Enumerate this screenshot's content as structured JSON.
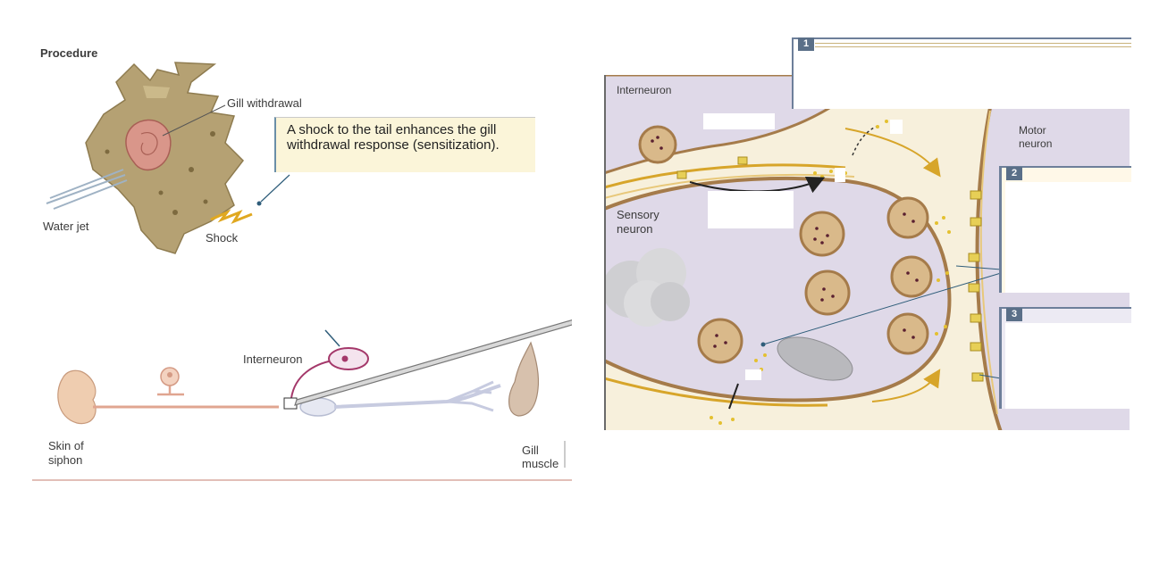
{
  "procedure": {
    "title": "Procedure",
    "gill_withdrawal_label": "Gill withdrawal",
    "callout_text": "A shock to the tail enhances the gill withdrawal response (sensitization).",
    "water_jet_label": "Water jet",
    "shock_label": "Shock"
  },
  "circuit": {
    "interneuron_label": "Interneuron",
    "skin_label_line1": "Skin of",
    "skin_label_line2": "siphon",
    "gill_label_line1": "Gill",
    "gill_label_line2": "muscle"
  },
  "detail": {
    "interneuron_label": "Interneuron",
    "sensory_label_line1": "Sensory",
    "sensory_label_line2": "neuron",
    "motor_label_line1": "Motor",
    "motor_label_line2": "neuron",
    "box_numbers": [
      "1",
      "2",
      "3"
    ]
  },
  "colors": {
    "cell_body": "#dfd9e8",
    "synapse_bg": "#f7f0dc",
    "vesicle": "#d9b98a",
    "arrow_gold": "#d7a52a",
    "tab": "#5a6f88",
    "aplysia": "#b5a173"
  }
}
